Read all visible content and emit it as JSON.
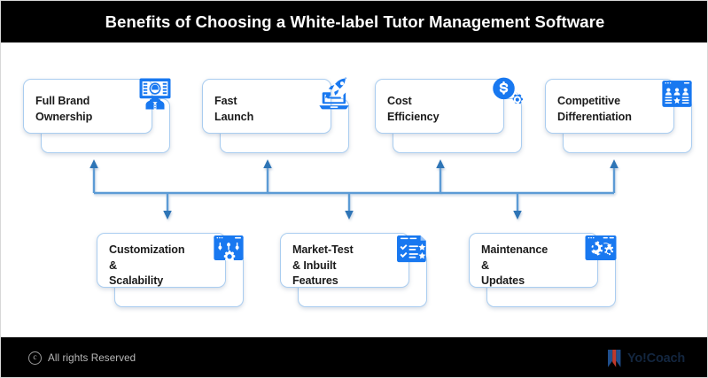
{
  "header": {
    "title": "Benefits of Choosing a White-label Tutor Management Software"
  },
  "colors": {
    "header_bg": "#000000",
    "footer_bg": "#000000",
    "page_bg": "#ffffff",
    "icon_blue": "#1878f0",
    "card_border": "#aacdf0",
    "connector_blue": "#5b9bd5",
    "text_dark": "#1b1b1b",
    "footer_text": "#b9b9b9",
    "brand_navy": "#13263f",
    "brand_red": "#c0392b"
  },
  "top_row": [
    {
      "label": "Full Brand\nOwnership",
      "icon": "video-conference-person-icon"
    },
    {
      "label": "Fast\nLaunch",
      "icon": "rocket-laptop-icon"
    },
    {
      "label": "Cost\nEfficiency",
      "icon": "dollar-coin-gear-icon"
    },
    {
      "label": "Competitive\nDifferentiation",
      "icon": "comparison-table-icon"
    }
  ],
  "bottom_row": [
    {
      "label": "Customization\n&\nScalability",
      "icon": "browser-settings-gear-icon"
    },
    {
      "label": "Market-Test\n& Inbuilt\nFeatures",
      "icon": "checklist-star-icon"
    },
    {
      "label": "Maintenance\n&\nUpdates",
      "icon": "gears-refresh-icon"
    }
  ],
  "connector": {
    "type": "bus-with-arrows",
    "up_arrow_count": 4,
    "down_arrow_count": 3
  },
  "footer": {
    "copyright_symbol": "c",
    "copyright_text": "All rights Reserved",
    "brand_name": "Yo!Coach",
    "brand_logo_icon": "yocoach-logo-icon"
  }
}
